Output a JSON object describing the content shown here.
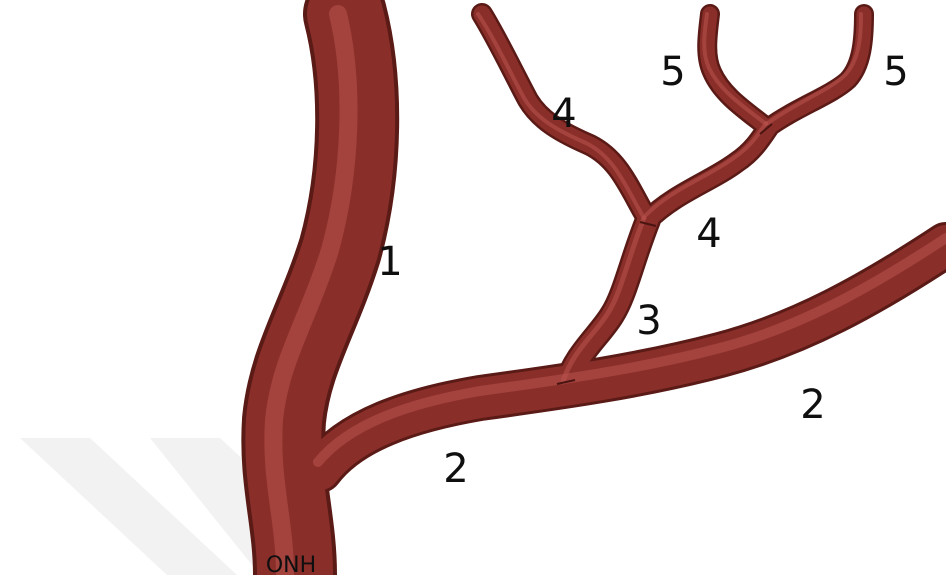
{
  "diagram": {
    "colors": {
      "background": "#ffffff",
      "watermark": "#f2f2f2",
      "vessel_dark": "#5a1a16",
      "vessel_base": "#8a2e2a",
      "vessel_highlight": "#c0605a",
      "label": "#0f0f0f"
    },
    "labels": {
      "trunk": "1",
      "lower_branch_left": "2",
      "lower_branch_right": "2",
      "middle_branch": "3",
      "left_upper_branch": "4",
      "right_upper_branch": "4",
      "far_left_top": "5",
      "far_right_top": "5",
      "onh": "ONH"
    }
  }
}
